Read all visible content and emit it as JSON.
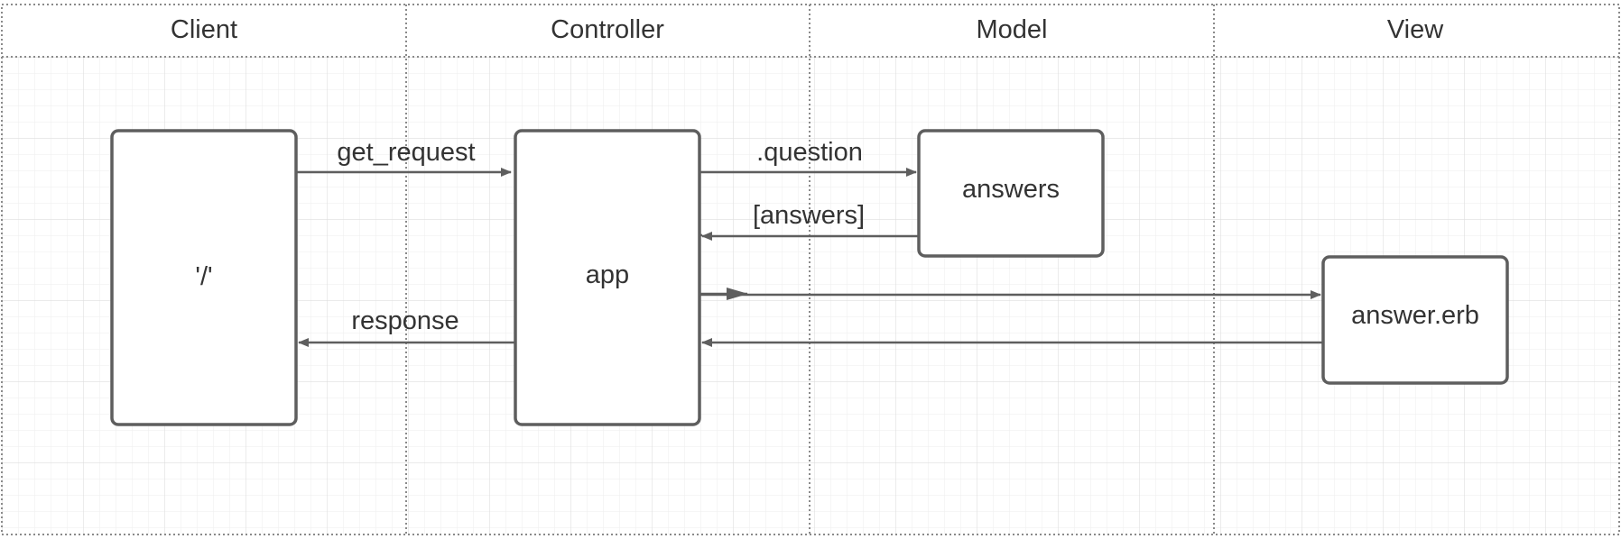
{
  "lanes": [
    {
      "title": "Client"
    },
    {
      "title": "Controller"
    },
    {
      "title": "Model"
    },
    {
      "title": "View"
    }
  ],
  "boxes": {
    "client": "'/'",
    "controller": "app",
    "model": "answers",
    "view": "answer.erb"
  },
  "arrows": {
    "get_request": "get_request",
    "question": ".question",
    "answers": "[answers]",
    "response": "response"
  },
  "colors": {
    "stroke": "#5e5e5e",
    "text": "#333333",
    "grid_minor": "#eeeeee",
    "grid_major": "#dedede",
    "lane_border": "#8a8a8a"
  }
}
